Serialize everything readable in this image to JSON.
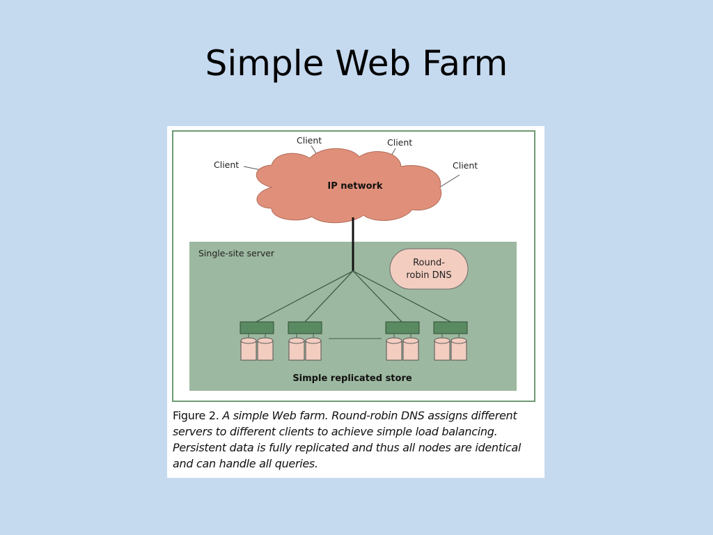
{
  "slide": {
    "title": "Simple Web Farm"
  },
  "figure": {
    "clients": [
      "Client",
      "Client",
      "Client",
      "Client"
    ],
    "network_label": "IP network",
    "server_label": "Single-site server",
    "dns_label_line1": "Round-",
    "dns_label_line2": "robin DNS",
    "store_label": "Simple replicated store",
    "caption_label": "Figure 2.",
    "caption_text": "A simple Web farm.  Round-robin DNS assigns different servers to different clients to achieve simple load balancing. Persistent data is fully replicated and thus all nodes are identical and can handle all queries.",
    "colors": {
      "cloud": "#e0907a",
      "server_area": "#9db8a0",
      "border": "#6c9a72",
      "node": "#5a8a62",
      "disk": "#f2cdc0",
      "dns": "#f2cdc0"
    }
  }
}
